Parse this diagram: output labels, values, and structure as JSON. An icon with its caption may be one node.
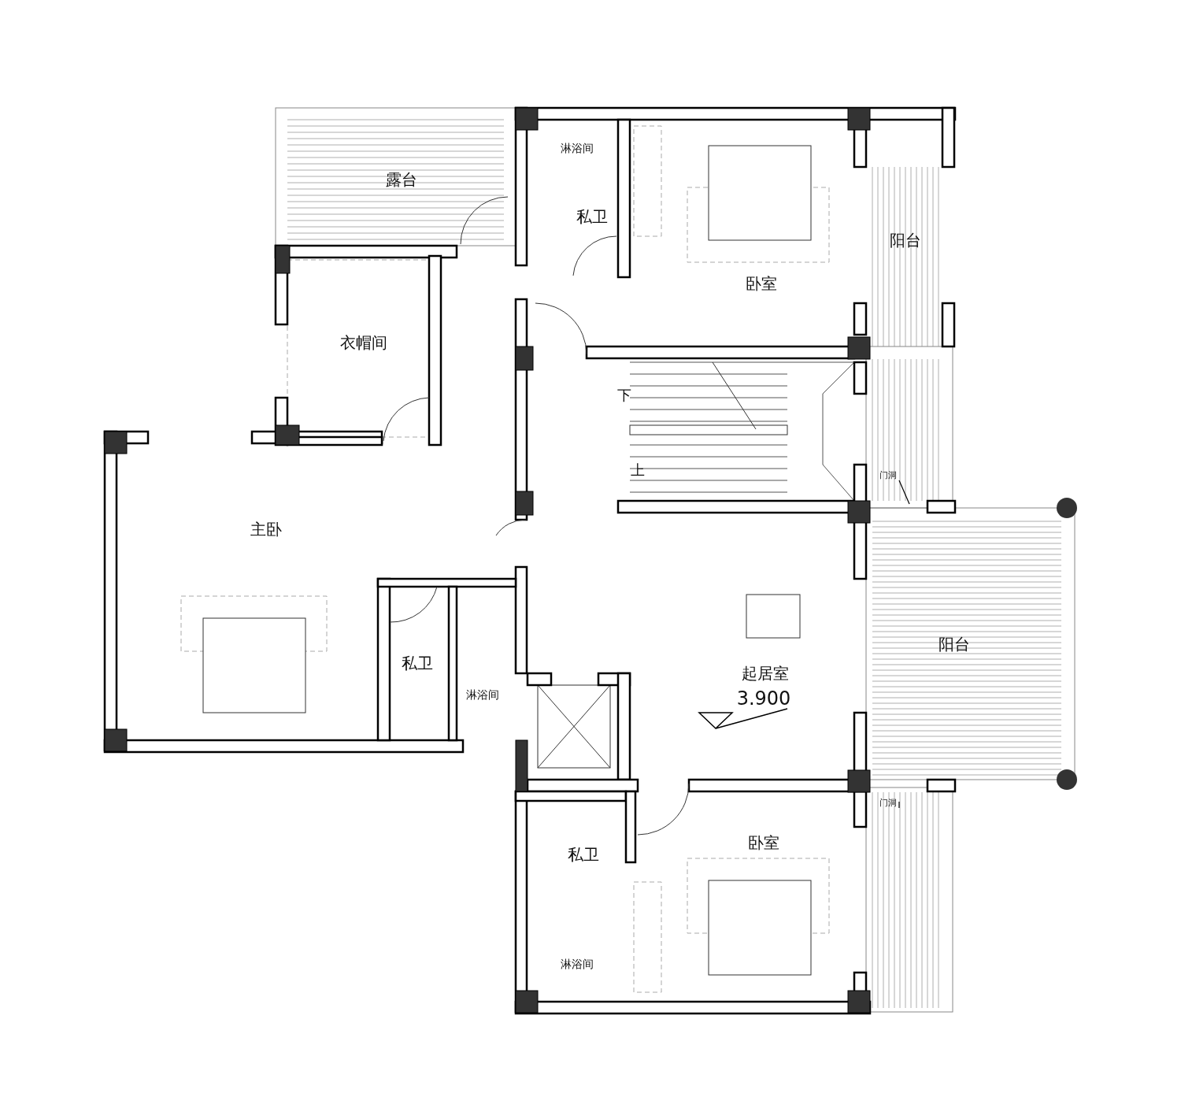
{
  "diagram": {
    "nodes": [
      {
        "text": [
          "门洞"
        ]
      },
      {
        "text": [
          "门洞"
        ]
      }
    ],
    "edges": [
      {
        "from": 0,
        "to": null,
        "arrow": "none"
      },
      {
        "from": 1,
        "to": null,
        "arrow": "none"
      }
    ],
    "labels": [
      "露台",
      "淋浴间",
      "私卫",
      "阳台",
      "卧室",
      "衣帽间",
      "下",
      "上",
      "主卧",
      "阳台",
      "私卫",
      "起居室",
      "淋浴间",
      "3.900",
      "私卫",
      "卧室",
      "淋浴间"
    ]
  }
}
